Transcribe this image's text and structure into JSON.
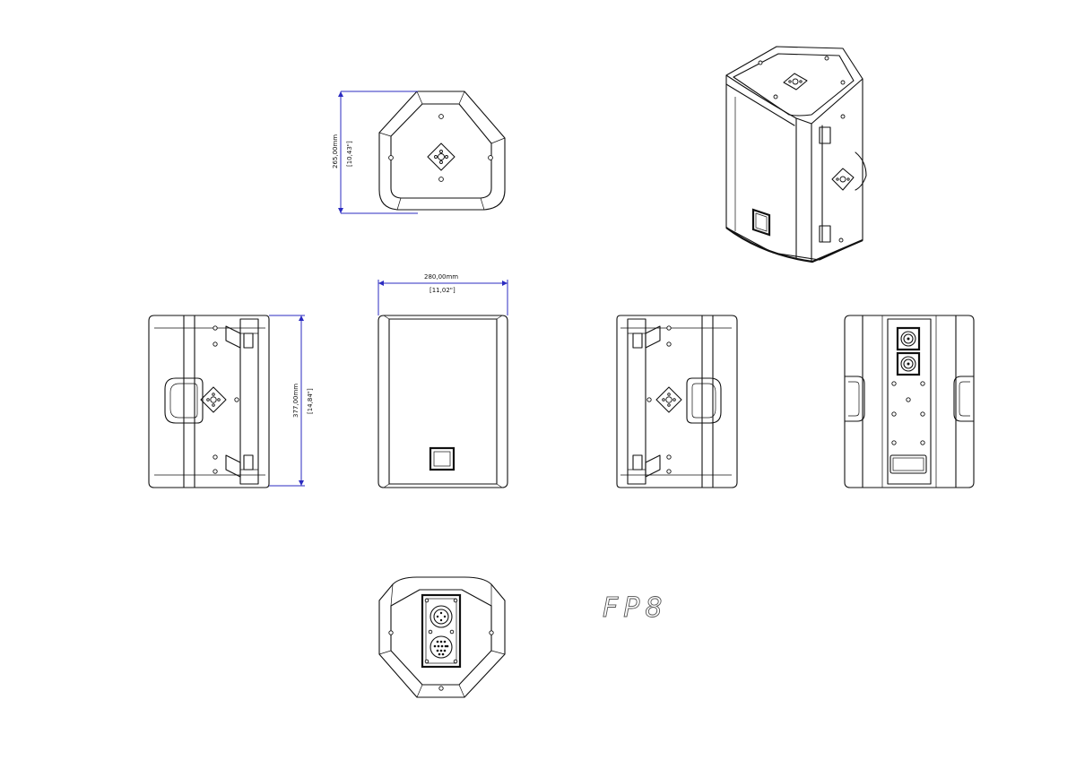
{
  "model_name": "FP8",
  "dimensions": {
    "depth": {
      "metric": "265,00mm",
      "imperial": "[10,43\"]"
    },
    "width": {
      "metric": "280,00mm",
      "imperial": "[11,02\"]"
    },
    "height": {
      "metric": "377,00mm",
      "imperial": "[14,84\"]"
    }
  },
  "colors": {
    "dimension_line": "#2b2bc0",
    "outline": "#111111",
    "title": "#555555"
  }
}
